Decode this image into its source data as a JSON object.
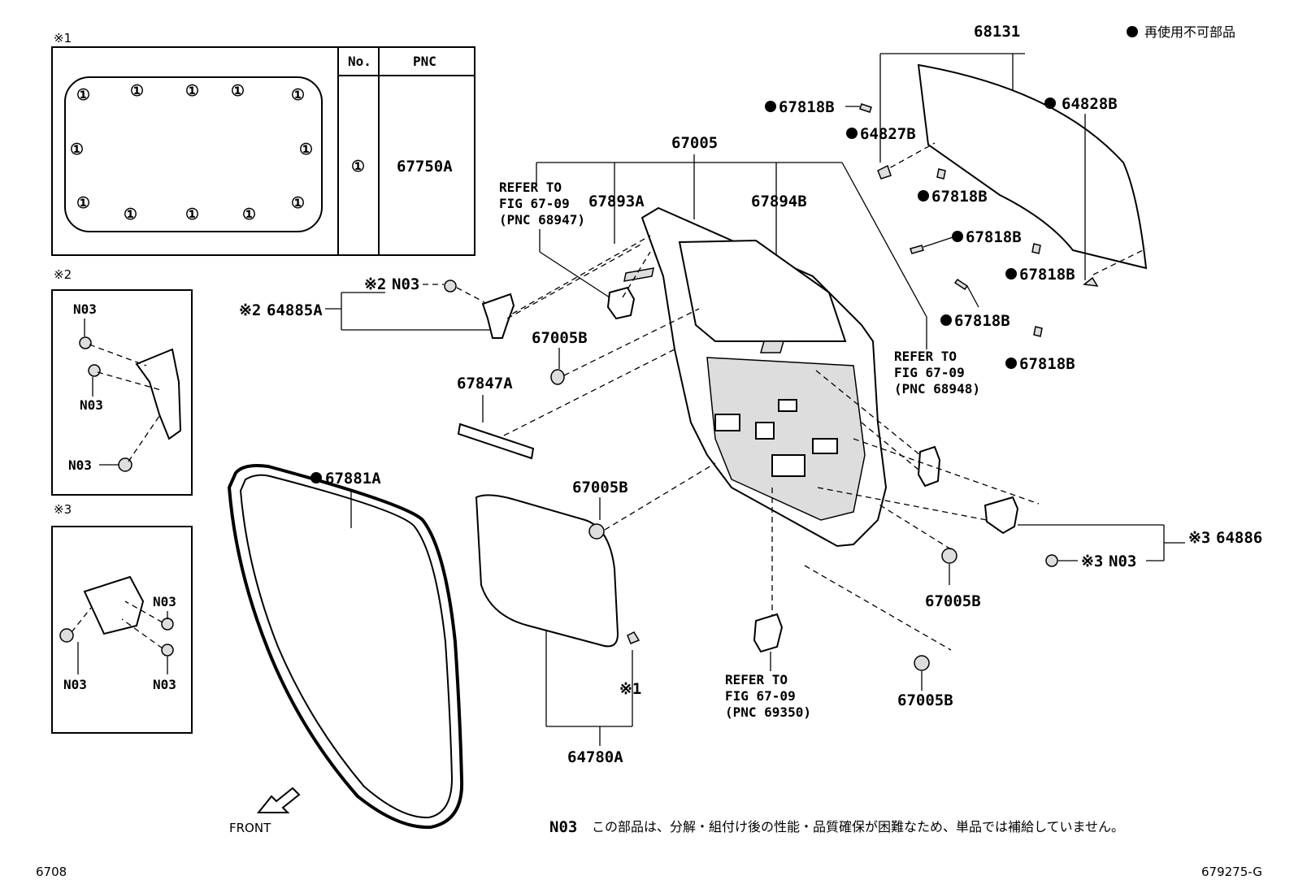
{
  "legend": {
    "marker_text": "再使用不可部品"
  },
  "inset1": {
    "ref": "※1",
    "table": {
      "col_no": "No.",
      "col_pnc": "PNC",
      "row_no": "①",
      "row_pnc": "67750A"
    },
    "clip_symbol": "①"
  },
  "inset2": {
    "ref": "※2",
    "n1": "N03",
    "n2": "N03",
    "n3": "N03"
  },
  "inset3": {
    "ref": "※3",
    "n1": "N03",
    "n2": "N03",
    "n3": "N03"
  },
  "parts": {
    "p68131": "68131",
    "p64828B": "64828B",
    "p67818B_1": "67818B",
    "p64827B": "64827B",
    "p67818B_2": "67818B",
    "p67818B_3": "67818B",
    "p67818B_4": "67818B",
    "p67818B_5": "67818B",
    "p67818B_6": "67818B",
    "p67005": "67005",
    "p67893A": "67893A",
    "p67894B": "67894B",
    "p64885A": "64885A",
    "p64885A_ref": "※2",
    "n03_a_ref": "※2",
    "n03_a": "N03",
    "p67005B_1": "67005B",
    "p67847A": "67847A",
    "p67881A": "67881A",
    "p67005B_2": "67005B",
    "p64886": "64886",
    "p64886_ref": "※3",
    "n03_b_ref": "※3",
    "n03_b": "N03",
    "p67005B_3": "67005B",
    "p67005B_4": "67005B",
    "p64780A": "64780A",
    "ref1_marker": "※1"
  },
  "refs": {
    "r1": {
      "l1": "REFER TO",
      "l2": "FIG 67-09",
      "l3": "(PNC 68947)"
    },
    "r2": {
      "l1": "REFER TO",
      "l2": "FIG 67-09",
      "l3": "(PNC 68948)"
    },
    "r3": {
      "l1": "REFER TO",
      "l2": "FIG 67-09",
      "l3": "(PNC 69350)"
    }
  },
  "footnote": {
    "code": "N03",
    "text": "この部品は、分解・組付け後の性能・品質確保が困難なため、単品では補給していません。"
  },
  "front_label": "FRONT",
  "page_left": "6708",
  "page_right": "679275-G"
}
